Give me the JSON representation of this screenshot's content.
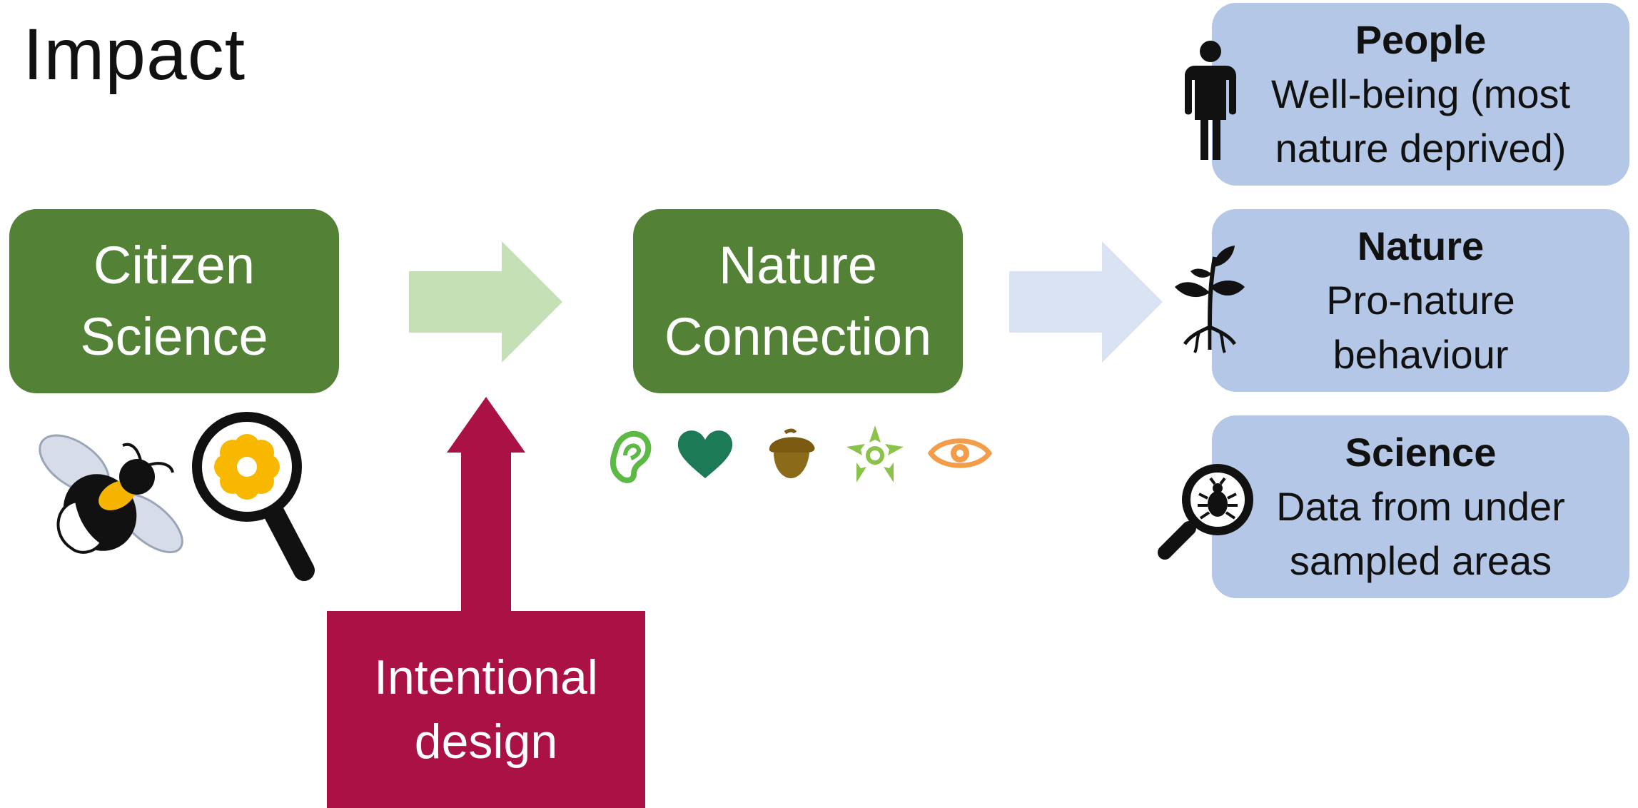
{
  "title": "Impact",
  "citizen": {
    "line1": "Citizen",
    "line2": "Science"
  },
  "nature_connection": {
    "line1": "Nature",
    "line2": "Connection"
  },
  "design": {
    "line1": "Intentional",
    "line2": "design"
  },
  "outcomes": [
    {
      "heading": "People",
      "line1": "Well-being (most",
      "line2": "nature deprived)"
    },
    {
      "heading": "Nature",
      "line1": "Pro-nature",
      "line2": "behaviour"
    },
    {
      "heading": "Science",
      "line1": "Data from under",
      "line2": "sampled areas"
    }
  ],
  "icons": {
    "citizen": [
      "bee-icon",
      "magnifier-flower-icon"
    ],
    "connection": [
      "ear-icon",
      "heart-icon",
      "acorn-icon",
      "hands-circle-icon",
      "eye-icon"
    ],
    "outcomes": [
      "person-icon",
      "plant-icon",
      "magnifier-bug-icon"
    ]
  },
  "colors": {
    "green": "#538135",
    "blue": "#b4c7e7",
    "crimson": "#aa1245",
    "arrow_light_green": "#c5e0b4",
    "arrow_light_blue": "#dae3f3"
  }
}
